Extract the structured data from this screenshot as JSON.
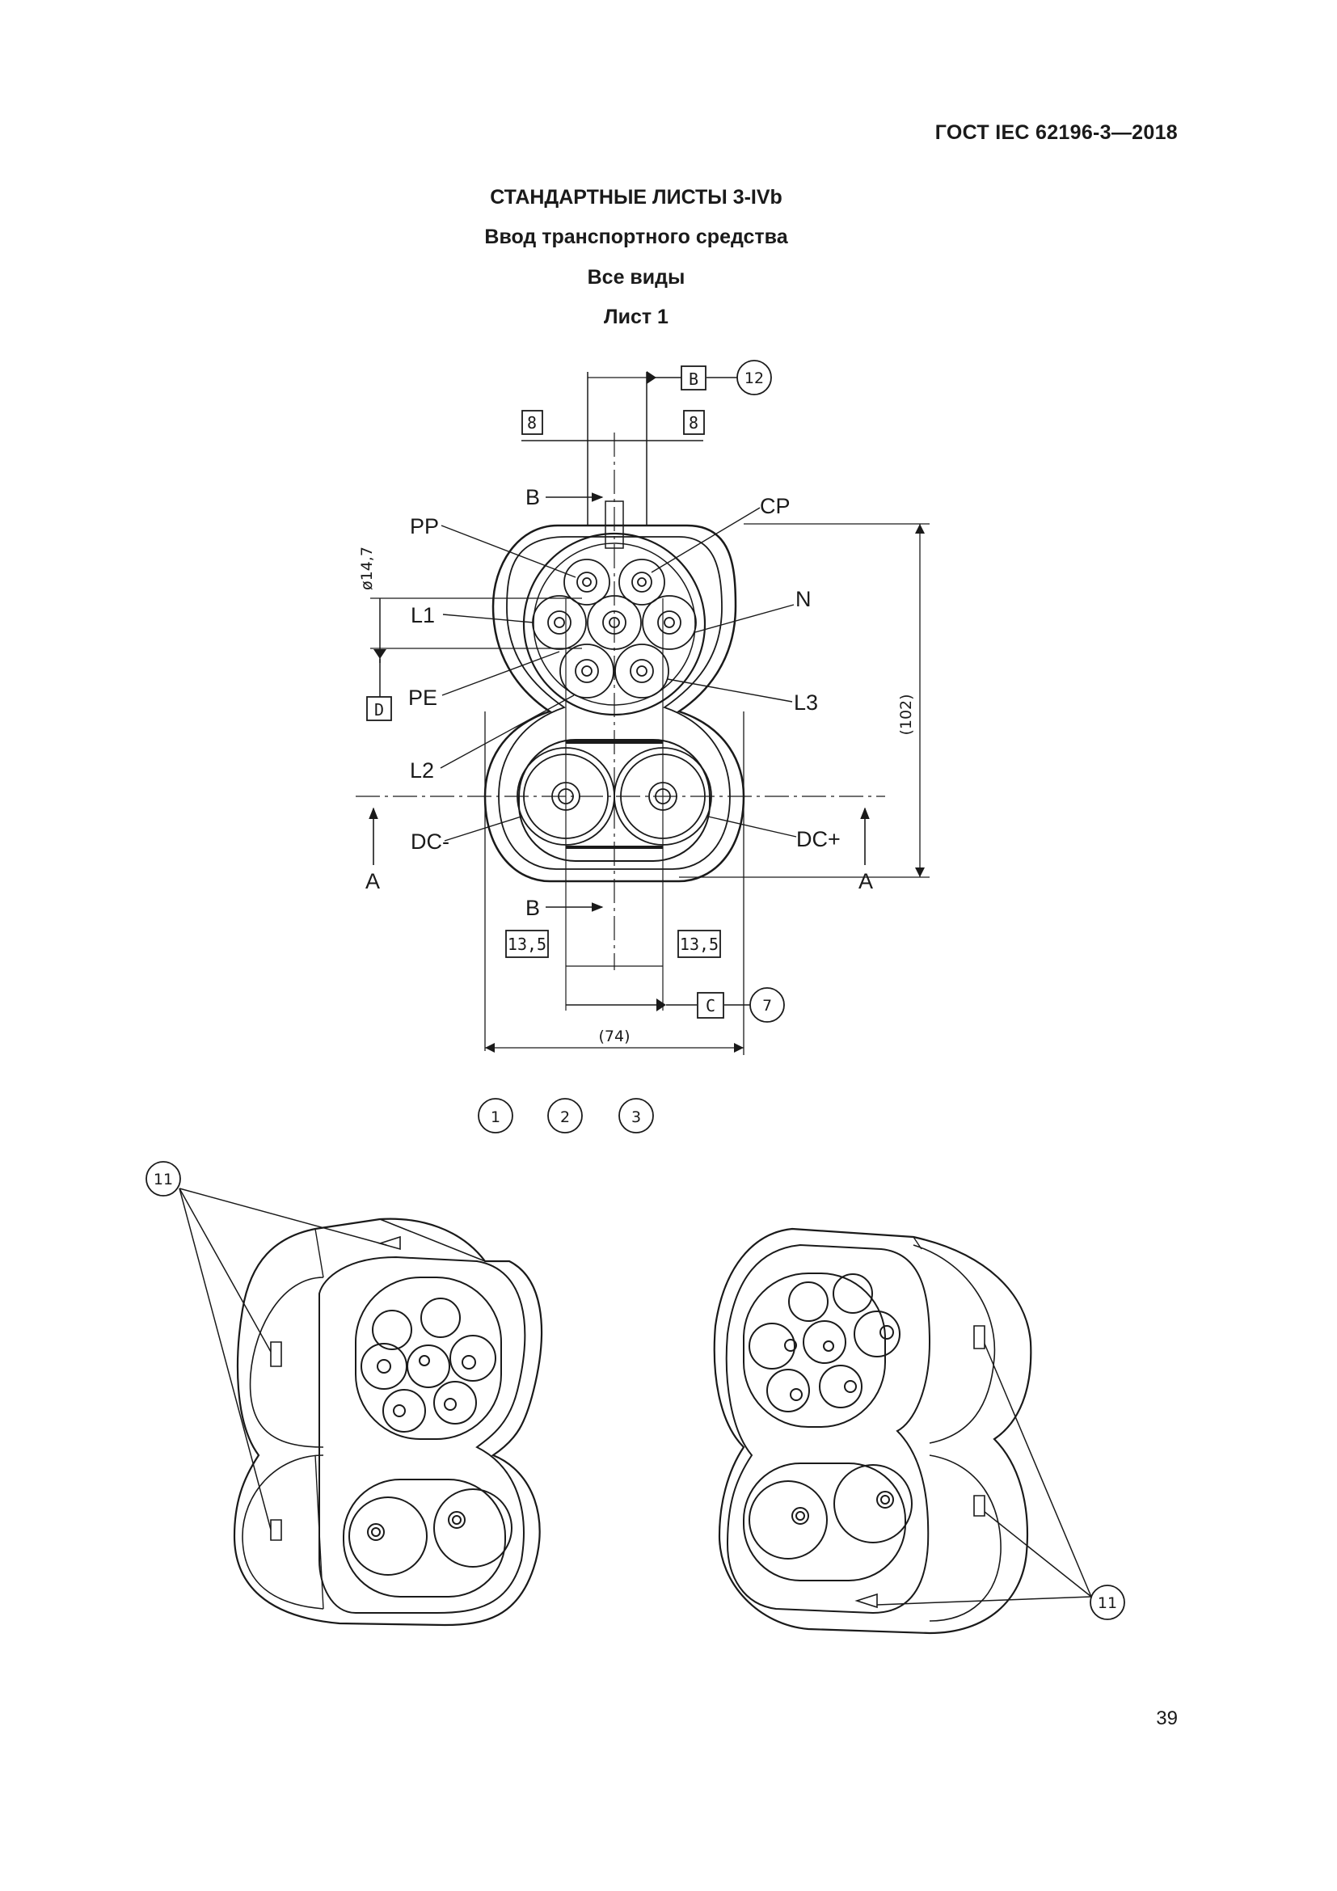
{
  "header": {
    "standard_code": "ГОСТ IEC 62196-3—2018"
  },
  "titles": {
    "sheet_series": "СТАНДАРТНЫЕ ЛИСТЫ 3-IVb",
    "subject": "Ввод транспортного средства",
    "views": "Все виды",
    "sheet": "Лист 1"
  },
  "front_view": {
    "contact_labels": {
      "pp": "PP",
      "cp": "CP",
      "l1": "L1",
      "n": "N",
      "pe": "PE",
      "l3": "L3",
      "l2": "L2",
      "dc_minus": "DC-",
      "dc_plus": "DC+"
    },
    "section_labels": {
      "a_left": "A",
      "a_right": "A",
      "b_top": "B",
      "b_bottom": "B"
    },
    "datums": {
      "b": "B",
      "c": "C",
      "d": "D"
    },
    "dimensions": {
      "top_left": "8",
      "top_right": "8",
      "diameter": "ø14,7",
      "height": "(102)",
      "bottom_left": "13,5",
      "bottom_right": "13,5",
      "width": "(74)"
    },
    "notes": {
      "top": "12",
      "bottom": "7"
    }
  },
  "legend_notes": [
    "1",
    "2",
    "3"
  ],
  "iso_views": {
    "note_left": "11",
    "note_right": "11"
  },
  "footer": {
    "page_number": "39"
  }
}
